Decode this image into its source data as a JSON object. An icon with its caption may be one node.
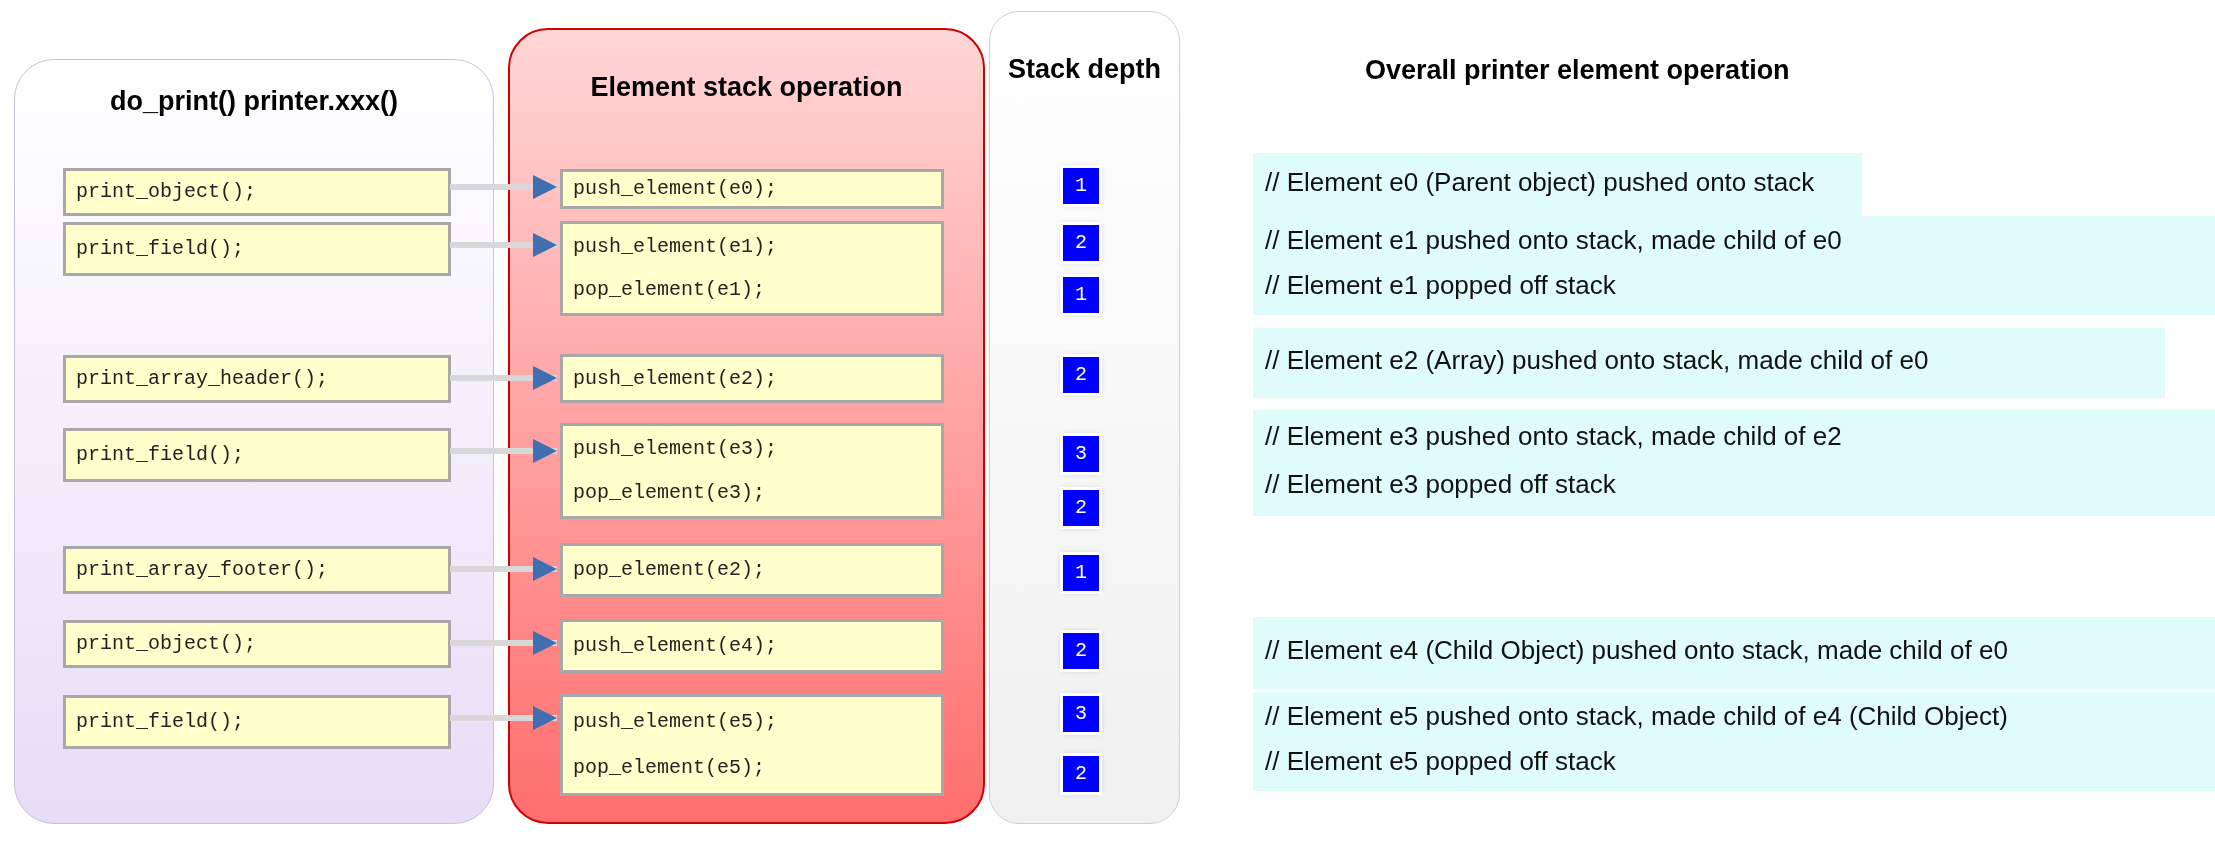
{
  "diagram": {
    "nodes": [
      {
        "text": [
          "do_print() printer.xxx()"
        ]
      },
      {
        "text": [
          "print_object();"
        ],
        "in": 0
      },
      {
        "text": [
          "print_field();"
        ],
        "in": 0
      },
      {
        "text": [
          "print_array_header();"
        ],
        "in": 0
      },
      {
        "text": [
          "print_field();"
        ],
        "in": 0
      },
      {
        "text": [
          "print_array_footer();"
        ],
        "in": 0
      },
      {
        "text": [
          "print_object();"
        ],
        "in": 0
      },
      {
        "text": [
          "print_field();"
        ],
        "in": 0
      },
      {
        "text": [
          "Element stack operation"
        ]
      },
      {
        "text": [
          "push_element(e0);"
        ],
        "in": 8
      },
      {
        "text": [
          "push_element(e1);",
          "pop_element(e1);"
        ],
        "in": 8
      },
      {
        "text": [
          "push_element(e2);"
        ],
        "in": 8
      },
      {
        "text": [
          "push_element(e3);",
          "pop_element(e3);"
        ],
        "in": 8
      },
      {
        "text": [
          "pop_element(e2);"
        ],
        "in": 8
      },
      {
        "text": [
          "push_element(e4);"
        ],
        "in": 8
      },
      {
        "text": [
          "push_element(e5);",
          "pop_element(e5);"
        ],
        "in": 8
      },
      {
        "text": [
          "Stack depth"
        ]
      },
      {
        "text": [
          "1"
        ],
        "in": 16
      },
      {
        "text": [
          "2"
        ],
        "in": 16
      },
      {
        "text": [
          "1"
        ],
        "in": 16
      },
      {
        "text": [
          "2"
        ],
        "in": 16
      },
      {
        "text": [
          "3"
        ],
        "in": 16
      },
      {
        "text": [
          "2"
        ],
        "in": 16
      },
      {
        "text": [
          "1"
        ],
        "in": 16
      },
      {
        "text": [
          "2"
        ],
        "in": 16
      },
      {
        "text": [
          "3"
        ],
        "in": 16
      },
      {
        "text": [
          "2"
        ],
        "in": 16
      },
      {
        "text": [
          "// Element e0 (Parent object) pushed onto stack"
        ]
      },
      {
        "text": [
          "// Element e1 pushed onto stack, made child of e0",
          "// Element e1 popped off stack"
        ]
      },
      {
        "text": [
          "// Element e2 (Array) pushed onto stack, made child of e0"
        ]
      },
      {
        "text": [
          "// Element e3 pushed onto stack, made child of e2",
          "// Element e3 popped off stack"
        ]
      },
      {
        "text": [
          "// Element e4 (Child Object) pushed onto stack, made child of e0"
        ]
      },
      {
        "text": [
          "// Element e5 pushed onto stack, made child of e4 (Child Object)",
          "// Element e5 popped off stack"
        ]
      }
    ],
    "edges": [
      {
        "from": 1,
        "to": 9,
        "arrow": "to"
      },
      {
        "from": 2,
        "to": 10,
        "arrow": "to"
      },
      {
        "from": 3,
        "to": 11,
        "arrow": "to"
      },
      {
        "from": 4,
        "to": 12,
        "arrow": "to"
      },
      {
        "from": 5,
        "to": 13,
        "arrow": "to"
      },
      {
        "from": 6,
        "to": 14,
        "arrow": "to"
      },
      {
        "from": 7,
        "to": 15,
        "arrow": "to"
      }
    ],
    "labels": [
      "Overall printer element operation"
    ]
  }
}
